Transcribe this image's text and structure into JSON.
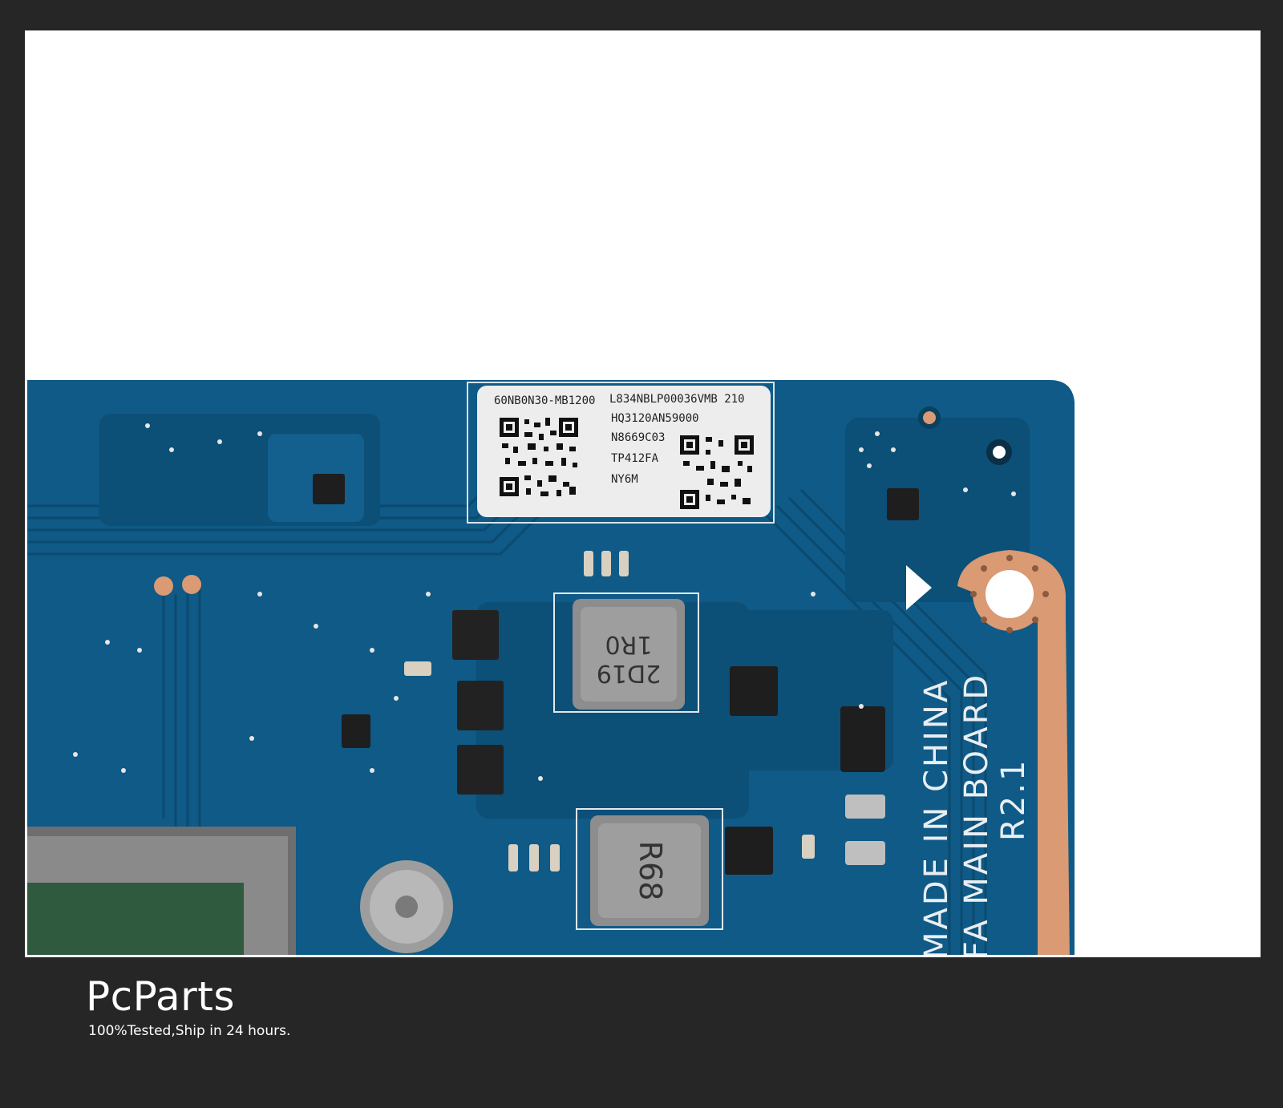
{
  "brand": {
    "name": "PcParts",
    "tagline": "100%Tested,Ship in 24 hours."
  },
  "label_sticker": {
    "line1_left": "60NB0N30-MB1200",
    "line1_right": "L834NBLP00036VMB 210",
    "line2": "HQ3120AN59000",
    "line3": "N8669C03",
    "line4": "TP412FA",
    "line5": "NY6M"
  },
  "board_silkscreen": {
    "made_in": "MADE IN CHINA",
    "board_name": "FA MAIN BOARD",
    "revision": "R2.1"
  },
  "components": {
    "inductor_top_line1": "2D19",
    "inductor_top_line2": "1R0",
    "inductor_bottom": "R68"
  },
  "colors": {
    "background": "#262626",
    "pcb": "#0f5a86",
    "pcb_dark": "#0a4668",
    "copper_pad": "#d99a74",
    "frame_border": "#ffffff"
  }
}
